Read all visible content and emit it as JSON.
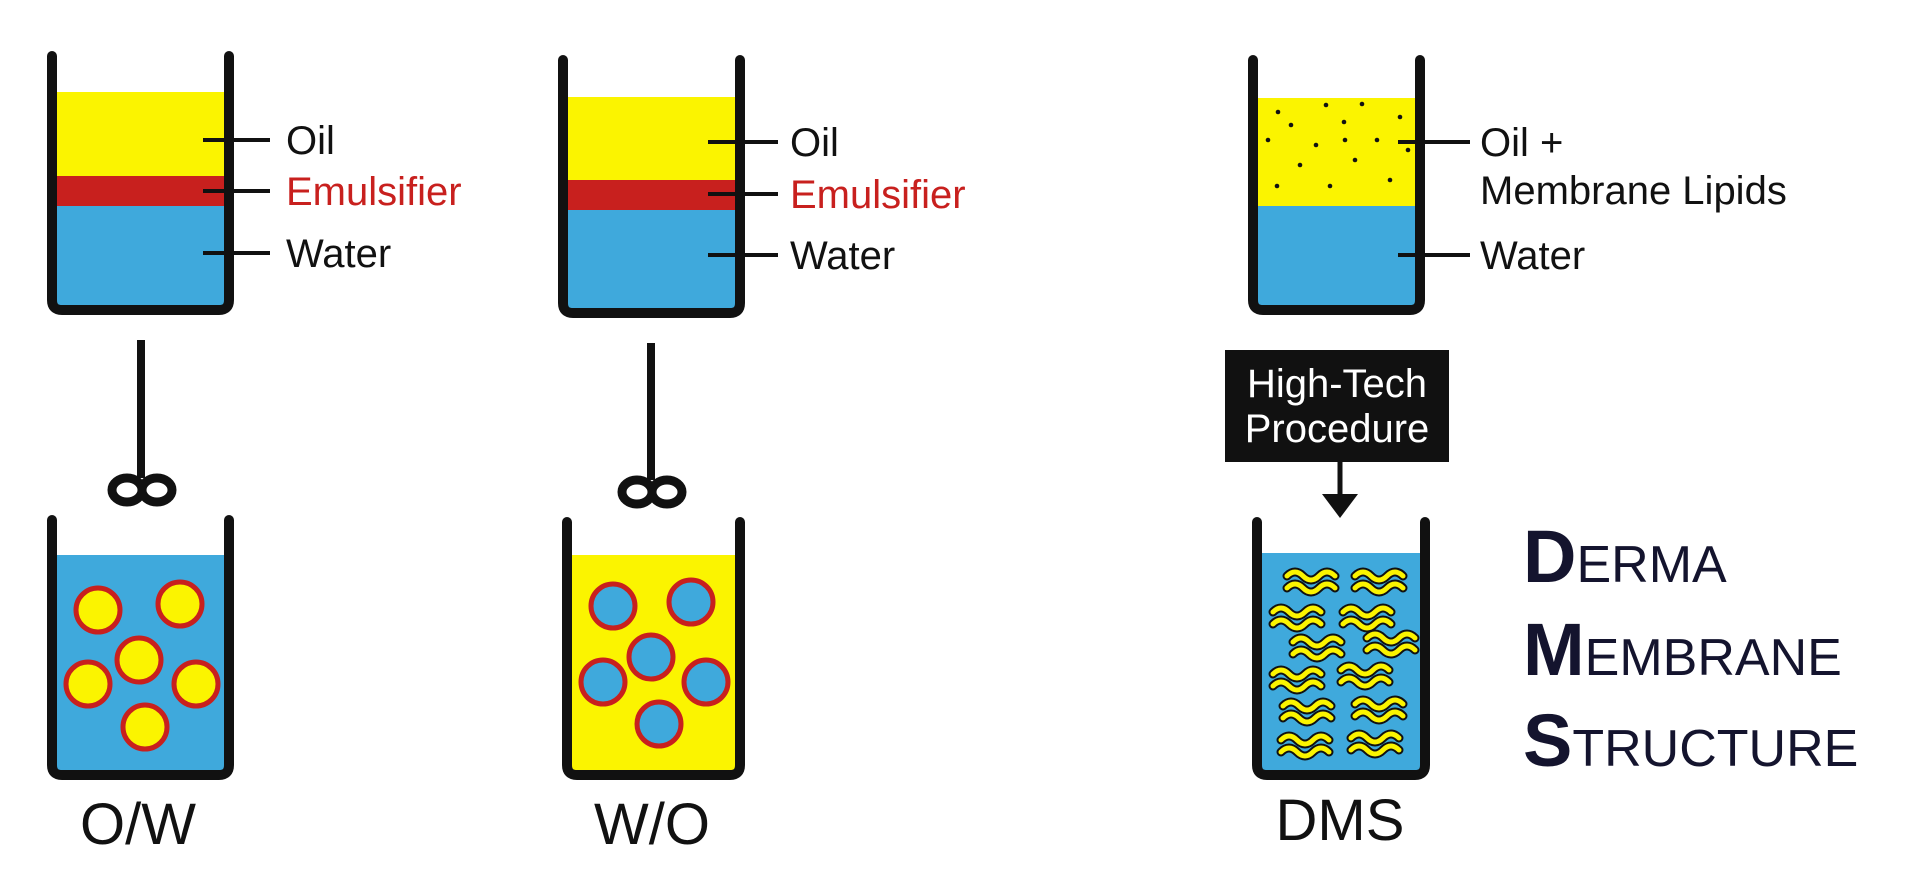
{
  "colors": {
    "oil": "#fbf400",
    "water": "#3fa9dc",
    "emulsifier": "#c8201e",
    "outline": "#111111",
    "label_red": "#c8201e"
  },
  "ow": {
    "labels": {
      "oil": "Oil",
      "emulsifier": "Emulsifier",
      "water": "Water"
    },
    "caption": "O/W",
    "mixer_icon": "stirrer-icon"
  },
  "wo": {
    "labels": {
      "oil": "Oil",
      "emulsifier": "Emulsifier",
      "water": "Water"
    },
    "caption": "W/O",
    "mixer_icon": "stirrer-icon"
  },
  "dms": {
    "labels": {
      "oil_line1": "Oil +",
      "oil_line2": "Membrane Lipids",
      "water": "Water"
    },
    "procedure_line1": "High-Tech",
    "procedure_line2": "Procedure",
    "caption": "DMS",
    "acronym": [
      {
        "initial": "D",
        "rest": "ERMA"
      },
      {
        "initial": "M",
        "rest": "EMBRANE"
      },
      {
        "initial": "S",
        "rest": "TRUCTURE"
      }
    ]
  }
}
